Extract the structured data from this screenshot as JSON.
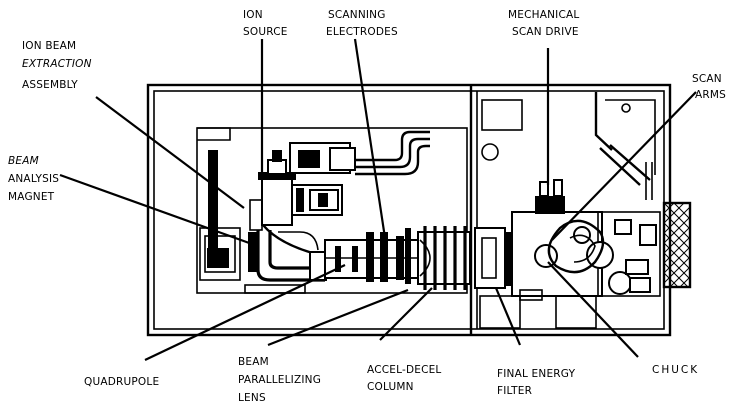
{
  "labels": {
    "ion_beam_1": "ION BEAM",
    "ion_beam_2": "EXTRACTION",
    "ion_beam_3": "ASSEMBLY",
    "ion_source_1": "ION",
    "ion_source_2": "SOURCE",
    "scanning_1": "SCANNING",
    "scanning_2": "ELECTRODES",
    "mech_1": "MECHANICAL",
    "mech_2": "SCAN DRIVE",
    "scan_arms_1": "SCAN",
    "scan_arms_2": "ARMS",
    "beam_analysis_1": "BEAM",
    "beam_analysis_2": "ANALYSIS",
    "beam_analysis_3": "MAGNET",
    "quadrupole": "QUADRUPOLE",
    "beam_par_1": "BEAM",
    "beam_par_2": "PARALLELIZING",
    "beam_par_3": "LENS",
    "accel_1": "ACCEL-DECEL",
    "accel_2": "COLUMN",
    "final_1": "FINAL ENERGY",
    "final_2": "FILTER",
    "chuck": "CHUCK"
  }
}
